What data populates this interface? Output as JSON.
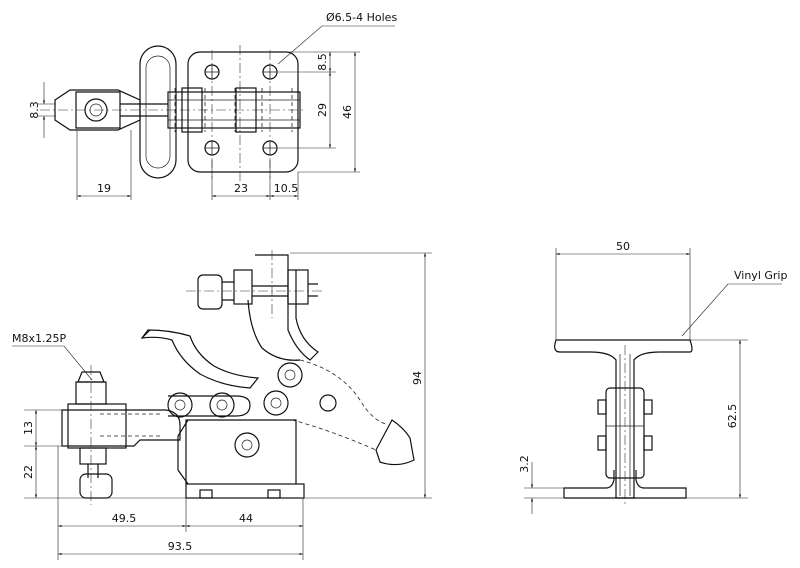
{
  "top_view": {
    "holes_note": "Ø6.5-4 Holes",
    "dims": {
      "d8_3": "8.3",
      "d19": "19",
      "d23": "23",
      "d10_5": "10.5",
      "d8_5": "8.5",
      "d29": "29",
      "d46": "46"
    }
  },
  "front_view": {
    "thread_note": "M8x1.25P",
    "dims": {
      "d13": "13",
      "d22": "22",
      "d49_5": "49.5",
      "d44": "44",
      "d93_5": "93.5",
      "d94": "94"
    }
  },
  "side_view": {
    "grip_note": "Vinyl Grip",
    "dims": {
      "d50": "50",
      "d62_5": "62.5",
      "d3_2": "3.2"
    }
  }
}
